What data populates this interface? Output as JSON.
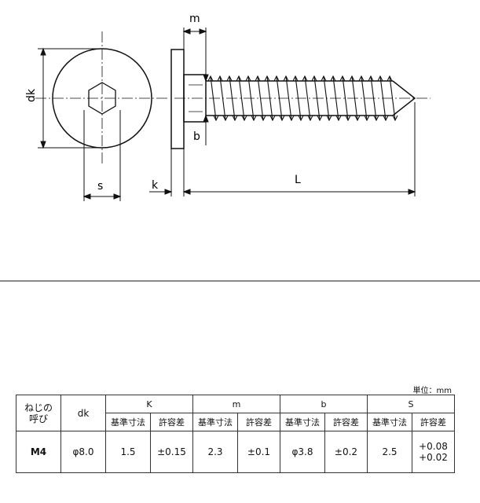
{
  "labels": {
    "dk": "dk",
    "s": "s",
    "m": "m",
    "k": "k",
    "b": "b",
    "L": "L"
  },
  "unit_note": "単位：mm",
  "table": {
    "header_name": [
      "ねじの",
      "呼び"
    ],
    "header_dk": "dk",
    "groups": [
      "K",
      "m",
      "b",
      "S"
    ],
    "sub_headers": [
      "基準寸法",
      "許容差",
      "基準寸法",
      "許容差",
      "基準寸法",
      "許容差",
      "基準寸法",
      "許容差"
    ],
    "row": {
      "name": "M4",
      "dk": "φ8.0",
      "k_base": "1.5",
      "k_tol": "±0.15",
      "m_base": "2.3",
      "m_tol": "±0.1",
      "b_base": "φ3.8",
      "b_tol": "±0.2",
      "s_base": "2.5",
      "s_tol": [
        "+0.08",
        "+0.02"
      ]
    }
  }
}
